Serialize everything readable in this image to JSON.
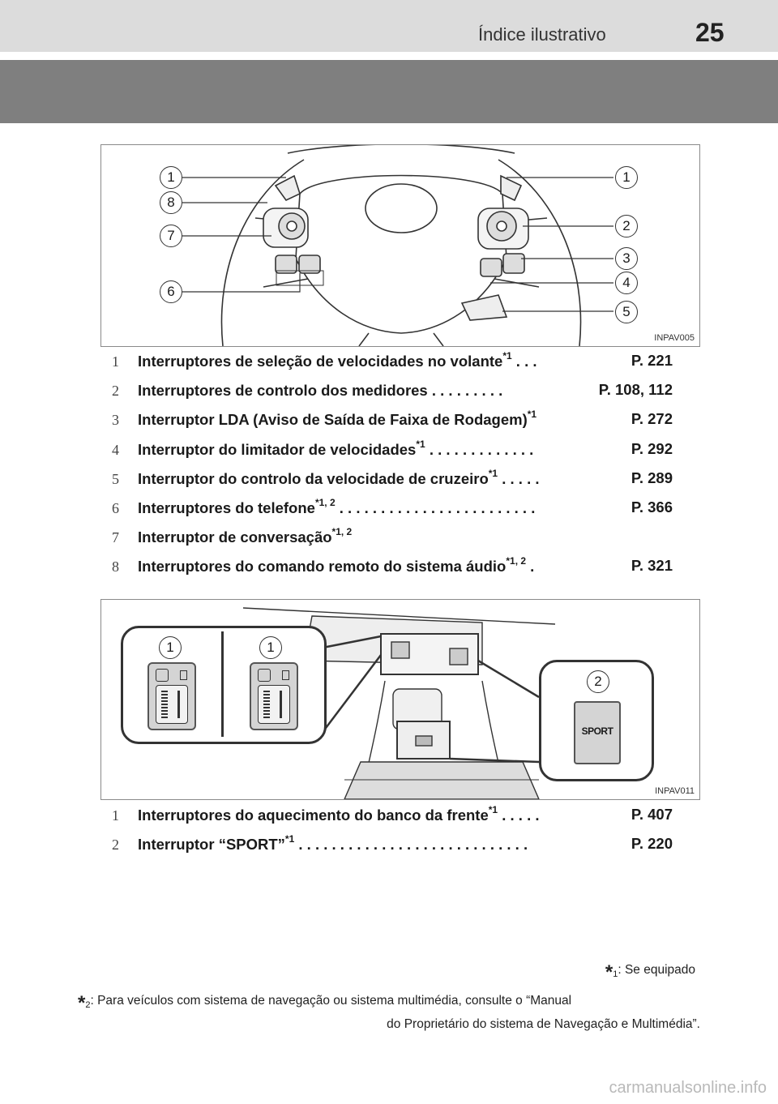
{
  "header": {
    "section_title": "Índice ilustrativo",
    "page_number": "25"
  },
  "figure1": {
    "code": "INPAV005",
    "callouts_left": [
      "1",
      "8",
      "7",
      "6"
    ],
    "callouts_right": [
      "1",
      "2",
      "3",
      "4",
      "5"
    ]
  },
  "list1": [
    {
      "num": "1",
      "text": "Interruptores de seleção de velocidades no volante",
      "sup": "*1",
      "dots": " . . .",
      "ref": "P. 221"
    },
    {
      "num": "2",
      "text": "Interruptores de controlo dos medidores",
      "sup": "",
      "dots": " . . . . . . . . .",
      "ref": "P. 108, 112"
    },
    {
      "num": "3",
      "text": "Interruptor LDA (Aviso de Saída de Faixa de Rodagem)",
      "sup": "*1",
      "dots": "",
      "ref": "P. 272"
    },
    {
      "num": "4",
      "text": "Interruptor do limitador de velocidades",
      "sup": "*1",
      "dots": " . . . . . . . . . . . . .",
      "ref": "P. 292"
    },
    {
      "num": "5",
      "text": "Interruptor do controlo da velocidade de cruzeiro",
      "sup": "*1",
      "dots": " . . . . .",
      "ref": "P. 289"
    },
    {
      "num": "6",
      "text": "Interruptores do telefone",
      "sup": "*1, 2",
      "dots": " . . . . . . . . . . . . . . . . . . . . . . . .",
      "ref": "P. 366"
    },
    {
      "num": "7",
      "text": "Interruptor de conversação",
      "sup": "*1, 2",
      "dots": "",
      "ref": ""
    },
    {
      "num": "8",
      "text": "Interruptores do comando remoto do sistema áudio",
      "sup": "*1, 2",
      "dots": " .",
      "ref": "P. 321"
    }
  ],
  "figure2": {
    "code": "INPAV011",
    "callouts": [
      "1",
      "1",
      "2"
    ],
    "sport_label": "SPORT"
  },
  "list2": [
    {
      "num": "1",
      "text": "Interruptores do aquecimento do banco da frente",
      "sup": "*1",
      "dots": " . . . . .",
      "ref": "P. 407"
    },
    {
      "num": "2",
      "text": "Interruptor “SPORT”",
      "sup": "*1",
      "dots": " . . . . . . . . . . . . . . . . . . . . . . . . . . . .",
      "ref": "P. 220"
    }
  ],
  "footnotes": {
    "f1_mark": "*",
    "f1_sub": "1",
    "f1_text": ": Se equipado",
    "f2_mark": "*",
    "f2_sub": "2",
    "f2_line1": ": Para veículos com sistema de navegação ou sistema multimédia, consulte o “Manual",
    "f2_line2": "do Proprietário do sistema de Navegação e Multimédia”."
  },
  "watermark": "carmanualsonline.info"
}
